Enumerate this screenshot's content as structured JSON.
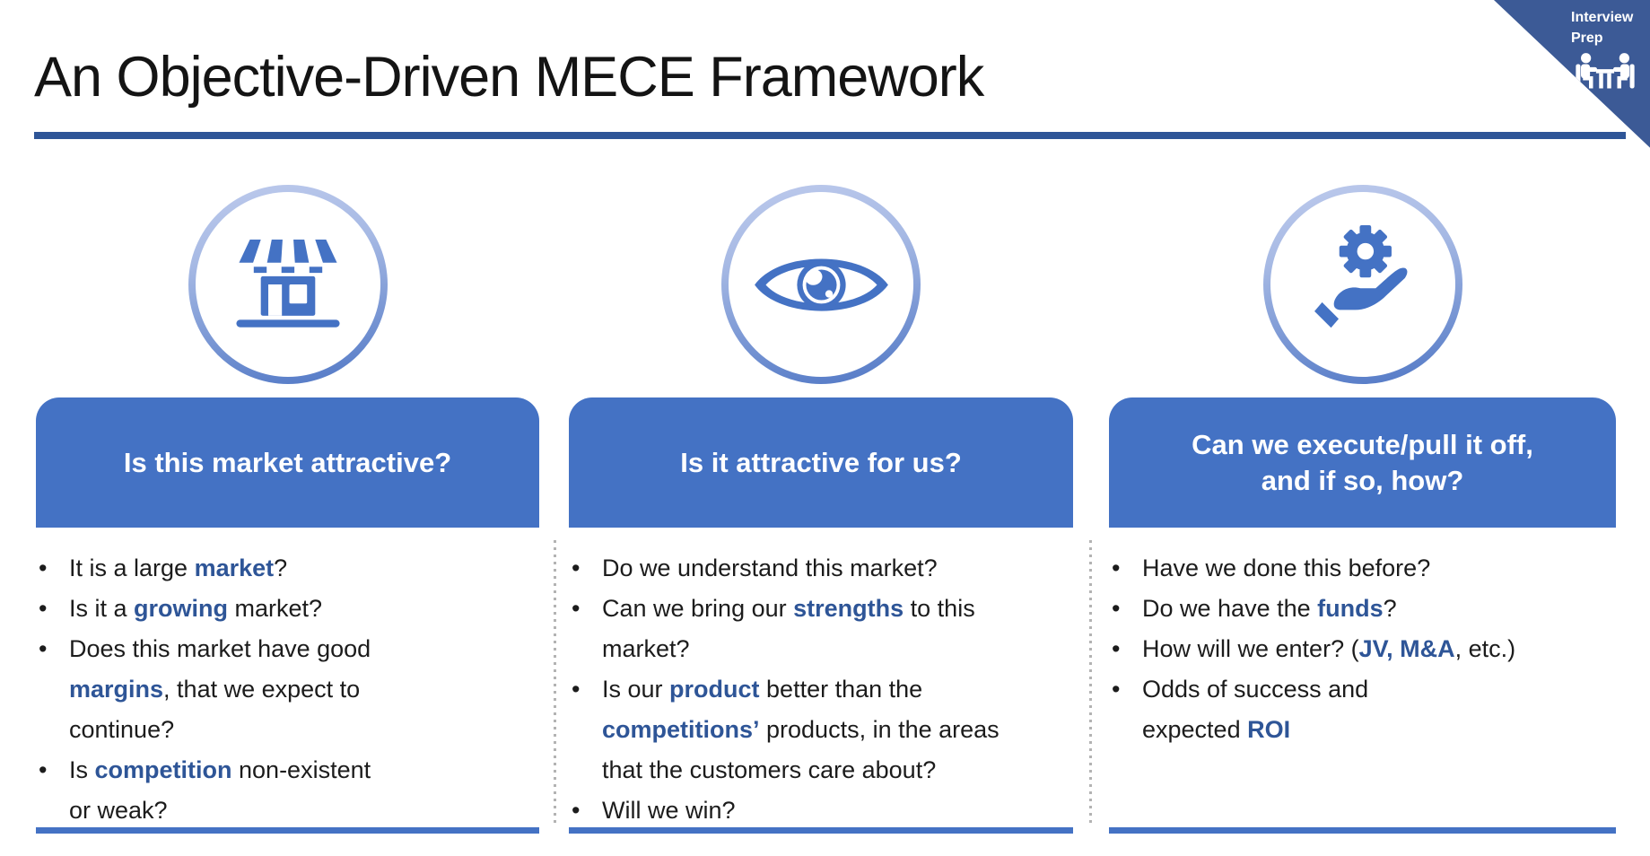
{
  "title": "An Objective-Driven MECE Framework",
  "badge": {
    "line1": "Interview",
    "line2": "Prep",
    "icon": "interview-table-icon"
  },
  "colors": {
    "header_fill": "#4472C4",
    "keyword_blue": "#2E5597",
    "title_rule": "#2E5597",
    "column_rule": "#4472C4",
    "corner_badge": "#3C5A96",
    "icon_blue": "#4472C4"
  },
  "columns": [
    {
      "id": "market-attractive",
      "icon": "storefront-icon",
      "header": "Is this market attractive?",
      "bullets": [
        {
          "segments": [
            {
              "text": "It is a large "
            },
            {
              "text": "market",
              "emphasis": true
            },
            {
              "text": "?"
            }
          ]
        },
        {
          "segments": [
            {
              "text": "Is it a "
            },
            {
              "text": "growing",
              "emphasis": true
            },
            {
              "text": " market?"
            }
          ]
        },
        {
          "segments": [
            {
              "text": "Does this market have good\n"
            },
            {
              "text": "margins",
              "emphasis": true
            },
            {
              "text": ", that we expect to\ncontinue?"
            }
          ]
        },
        {
          "segments": [
            {
              "text": "Is "
            },
            {
              "text": "competition",
              "emphasis": true
            },
            {
              "text": " non-existent\nor weak?"
            }
          ]
        }
      ]
    },
    {
      "id": "attractive-for-us",
      "icon": "eye-icon",
      "header": "Is it attractive for us?",
      "bullets": [
        {
          "segments": [
            {
              "text": "Do we understand this market?"
            }
          ]
        },
        {
          "segments": [
            {
              "text": "Can we bring our "
            },
            {
              "text": "strengths",
              "emphasis": true
            },
            {
              "text": " to this\nmarket?"
            }
          ]
        },
        {
          "segments": [
            {
              "text": "Is our "
            },
            {
              "text": "product",
              "emphasis": true
            },
            {
              "text": " better than the\n"
            },
            {
              "text": "competitions’",
              "emphasis": true
            },
            {
              "text": " products, in the areas\nthat the customers care about?"
            }
          ]
        },
        {
          "segments": [
            {
              "text": "Will we win?"
            }
          ]
        }
      ]
    },
    {
      "id": "can-we-execute",
      "icon": "gear-hand-icon",
      "header": "Can we execute/pull it off,\nand if so, how?",
      "bullets": [
        {
          "segments": [
            {
              "text": "Have we done this before?"
            }
          ]
        },
        {
          "segments": [
            {
              "text": "Do we have the "
            },
            {
              "text": "funds",
              "emphasis": true
            },
            {
              "text": "?"
            }
          ]
        },
        {
          "segments": [
            {
              "text": "How will we enter? ("
            },
            {
              "text": "JV, M&A",
              "emphasis": true
            },
            {
              "text": ", etc.)"
            }
          ]
        },
        {
          "segments": [
            {
              "text": "Odds of success and\nexpected "
            },
            {
              "text": "ROI",
              "emphasis": true
            }
          ]
        }
      ]
    }
  ]
}
